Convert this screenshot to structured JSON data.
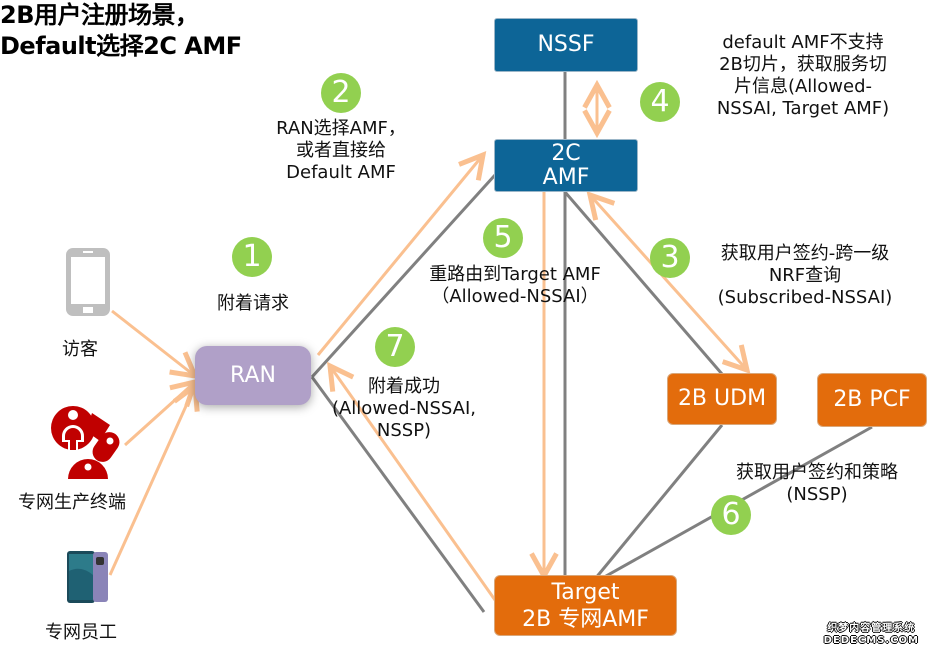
{
  "title": {
    "line1": "2B用户注册场景，",
    "line2": "Default选择2C AMF"
  },
  "nodes": {
    "nssf": "NSSF",
    "amf2c": "2C\nAMF",
    "ran": "RAN",
    "udm": "2B UDM",
    "pcf": "2B PCF",
    "target": "Target\n2B 专网AMF"
  },
  "devices": {
    "visitor": "访客",
    "production_terminal": "专网生产终端",
    "employee": "专网员工"
  },
  "steps": [
    {
      "num": "1",
      "label": "附着请求"
    },
    {
      "num": "2",
      "label": "RAN选择AMF，\n或者直接给\nDefault AMF"
    },
    {
      "num": "3",
      "label": "获取用户签约-跨一级\nNRF查询\n(Subscribed-NSSAI)"
    },
    {
      "num": "4",
      "label": "default AMF不支持\n2B切片，获取服务切\n片信息(Allowed-\nNSSAI, Target AMF)"
    },
    {
      "num": "5",
      "label": "重路由到Target AMF\n（Allowed-NSSAI）"
    },
    {
      "num": "6",
      "label": "获取用户签约和策略\n(NSSP)"
    },
    {
      "num": "7",
      "label": "附着成功\n(Allowed-NSSAI,\nNSSP)"
    }
  ],
  "colors": {
    "core_blue": "#0d6597",
    "private_orange": "#e36c0c",
    "ran_purple": "#b0a0c8",
    "step_green": "#92d050",
    "flow_arrow": "#fac090",
    "link_gray": "#808080"
  },
  "watermark": {
    "line1": "织梦内容管理系统",
    "line2": "DEDECMS.COM"
  }
}
